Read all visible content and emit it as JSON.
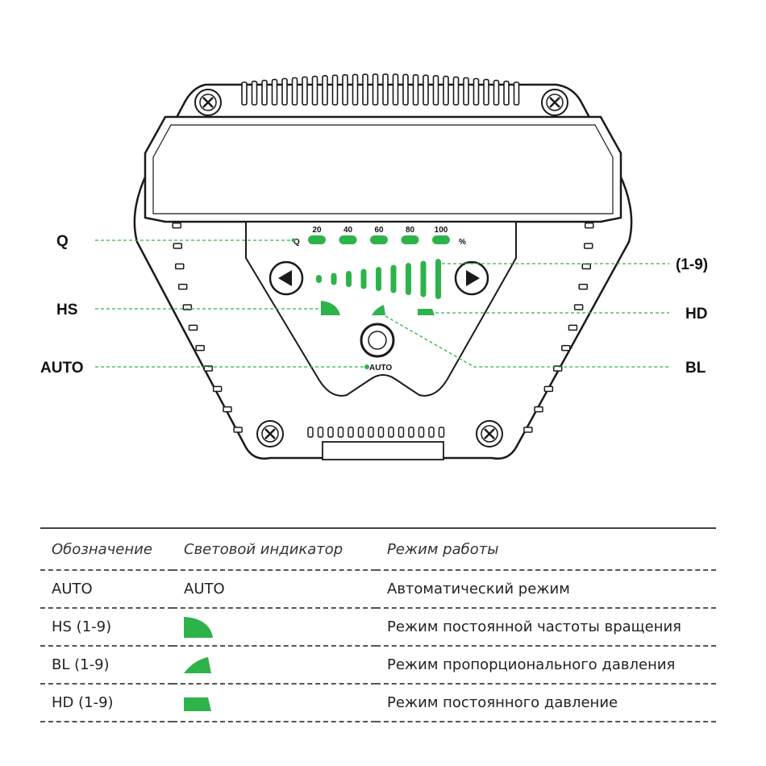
{
  "diagram": {
    "scale_labels": [
      "20",
      "40",
      "60",
      "80",
      "100"
    ],
    "q_label": "Q",
    "percent_label": "%",
    "auto_button_label": "AUTO",
    "callouts": {
      "q": "Q",
      "hs": "HS",
      "auto": "AUTO",
      "range": "(1-9)",
      "hd": "HD",
      "bl": "BL"
    },
    "colors": {
      "accent": "#2eb34a",
      "line": "#1a1a1a"
    },
    "icons": [
      "left-arrow-icon",
      "right-arrow-icon",
      "screw-icon"
    ]
  },
  "table": {
    "headers": [
      "Обозначение",
      "Световой индикатор",
      "Режим работы"
    ],
    "rows": [
      {
        "designation": "AUTO",
        "indicator_text": "AUTO",
        "indicator_shape": "text",
        "mode": "Автоматический режим"
      },
      {
        "designation": "HS (1-9)",
        "indicator_text": "",
        "indicator_shape": "quarter-circle",
        "mode": "Режим постоянной частоты вращения"
      },
      {
        "designation": "BL (1-9)",
        "indicator_text": "",
        "indicator_shape": "wedge",
        "mode": "Режим пропорционального давления"
      },
      {
        "designation": "HD (1-9)",
        "indicator_text": "",
        "indicator_shape": "trapezoid",
        "mode": "Режим постоянного давление"
      }
    ]
  }
}
